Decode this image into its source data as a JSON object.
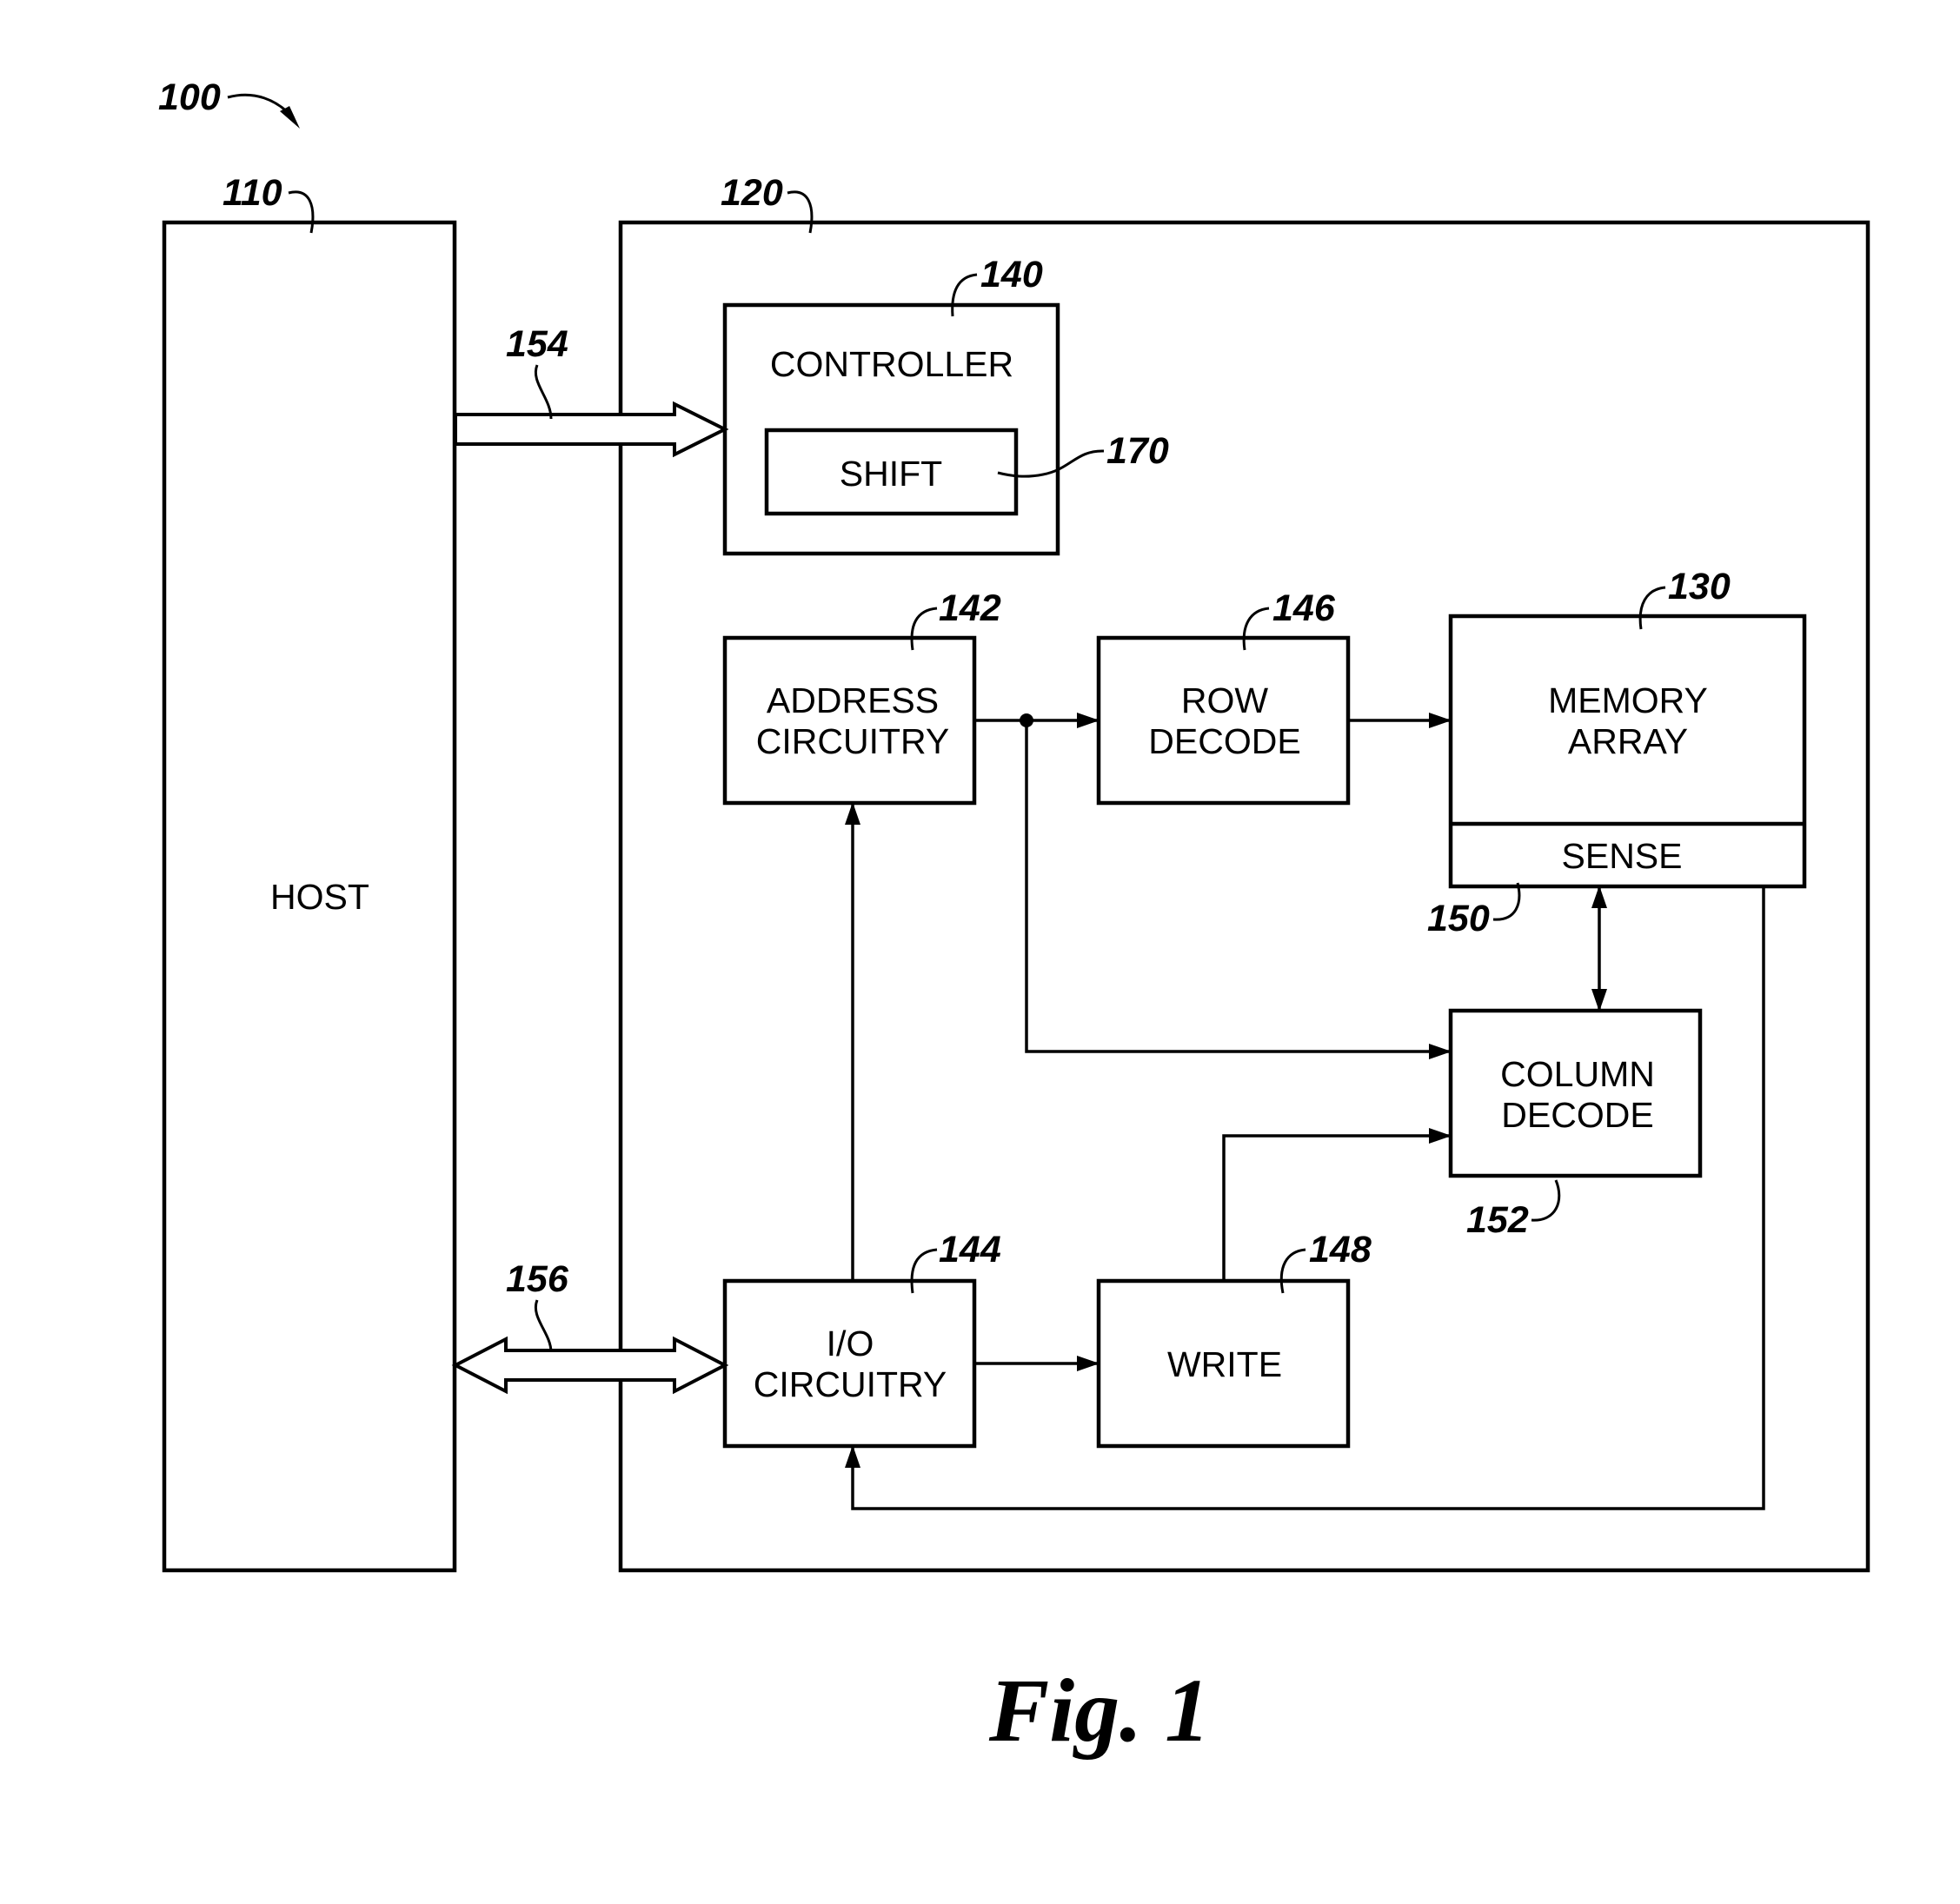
{
  "figure": {
    "caption": "Fig. 1"
  },
  "blocks": {
    "host": {
      "label": "HOST",
      "ref": "110"
    },
    "memory_device": {
      "ref": "120"
    },
    "controller": {
      "label": "CONTROLLER",
      "ref": "140"
    },
    "shift": {
      "label": "SHIFT",
      "ref": "170"
    },
    "address_circuitry": {
      "line1": "ADDRESS",
      "line2": "CIRCUITRY",
      "ref": "142"
    },
    "row_decode": {
      "line1": "ROW",
      "line2": "DECODE",
      "ref": "146"
    },
    "memory_array": {
      "line1": "MEMORY",
      "line2": "ARRAY",
      "ref": "130"
    },
    "sense": {
      "label": "SENSE",
      "ref": "150"
    },
    "column_decode": {
      "line1": "COLUMN",
      "line2": "DECODE",
      "ref": "152"
    },
    "io_circuitry": {
      "line1": "I/O",
      "line2": "CIRCUITRY",
      "ref": "144"
    },
    "write": {
      "label": "WRITE",
      "ref": "148"
    }
  },
  "buses": {
    "control_bus": {
      "ref": "154"
    },
    "data_bus": {
      "ref": "156"
    }
  },
  "system": {
    "ref": "100"
  }
}
